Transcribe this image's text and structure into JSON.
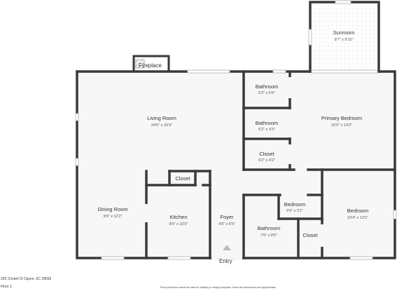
{
  "fireplace_label": "Fireplace",
  "entry_label": "Entry",
  "rooms": {
    "sunroom": {
      "name": "Sunroom",
      "dims": "9'7\" x 9'10\""
    },
    "bathroom_1": {
      "name": "Bathroom",
      "dims": "6'2\" x 5'0\""
    },
    "bathroom_2": {
      "name": "Bathroom",
      "dims": "6'2\" x 4'3\""
    },
    "closet_1": {
      "name": "Closet",
      "dims": "6'2\" x 4'2\""
    },
    "primary_bedroom": {
      "name": "Primary Bedroom",
      "dims": "15'0\" x 14'2\""
    },
    "living_room": {
      "name": "Living Room",
      "dims": "24'0\" x 16'3\""
    },
    "closet_2": {
      "name": "Closet",
      "dims": ""
    },
    "dining_room": {
      "name": "Dining Room",
      "dims": "9'9\" x 12'2\""
    },
    "kitchen": {
      "name": "Kitchen",
      "dims": "8'9\" x 10'0\""
    },
    "foyer": {
      "name": "Foyer",
      "dims": "4'9\" x 6'5\""
    },
    "bedroom_small": {
      "name": "Bedroom",
      "dims": "6'0\" x 3'1\""
    },
    "bedroom": {
      "name": "Bedroom",
      "dims": "10'4\" x 12'1\""
    },
    "bathroom_3": {
      "name": "Bathroom",
      "dims": "7'5\" x 8'5\""
    },
    "closet_3": {
      "name": "Closet",
      "dims": ""
    }
  },
  "footer": {
    "address": "202 Cricket Ct Cayce, SC 29033",
    "floor": "Floor 1",
    "disclaimer": "Floor plans/tour cannot be used for building or design purposes. Sizes and dimensions are approximate."
  },
  "colors": {
    "wall": "#3a3a3a",
    "floor": "#f7f7f7",
    "window": "#bcbcbc"
  }
}
